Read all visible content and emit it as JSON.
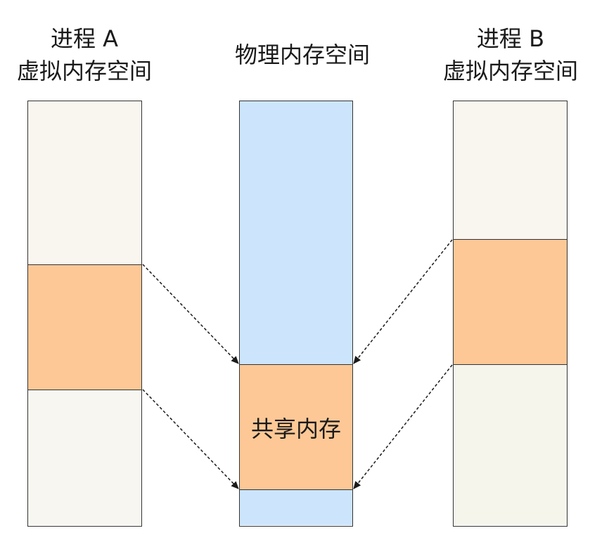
{
  "process_a": {
    "title_line1": "进程 A",
    "title_line2": "虚拟内存空间",
    "colors": {
      "free": "#f9f5ef",
      "shared": "#fdc896",
      "lower": "#f8f6f0"
    }
  },
  "physical": {
    "title": "物理内存空间",
    "shared_label": "共享内存",
    "colors": {
      "memory": "#cce5fd",
      "shared": "#fdc896"
    }
  },
  "process_b": {
    "title_line1": "进程 B",
    "title_line2": "虚拟内存空间",
    "colors": {
      "free": "#f9f5ef",
      "shared": "#fdc896",
      "lower": "#f5f5ec"
    }
  },
  "arrows": [
    {
      "from": "process_a_shared_top",
      "to": "physical_shared_top",
      "style": "dashed"
    },
    {
      "from": "process_a_shared_bottom",
      "to": "physical_shared_bottom",
      "style": "dashed"
    },
    {
      "from": "process_b_shared_top",
      "to": "physical_shared_top",
      "style": "dashed"
    },
    {
      "from": "process_b_shared_bottom",
      "to": "physical_shared_bottom",
      "style": "dashed"
    }
  ]
}
